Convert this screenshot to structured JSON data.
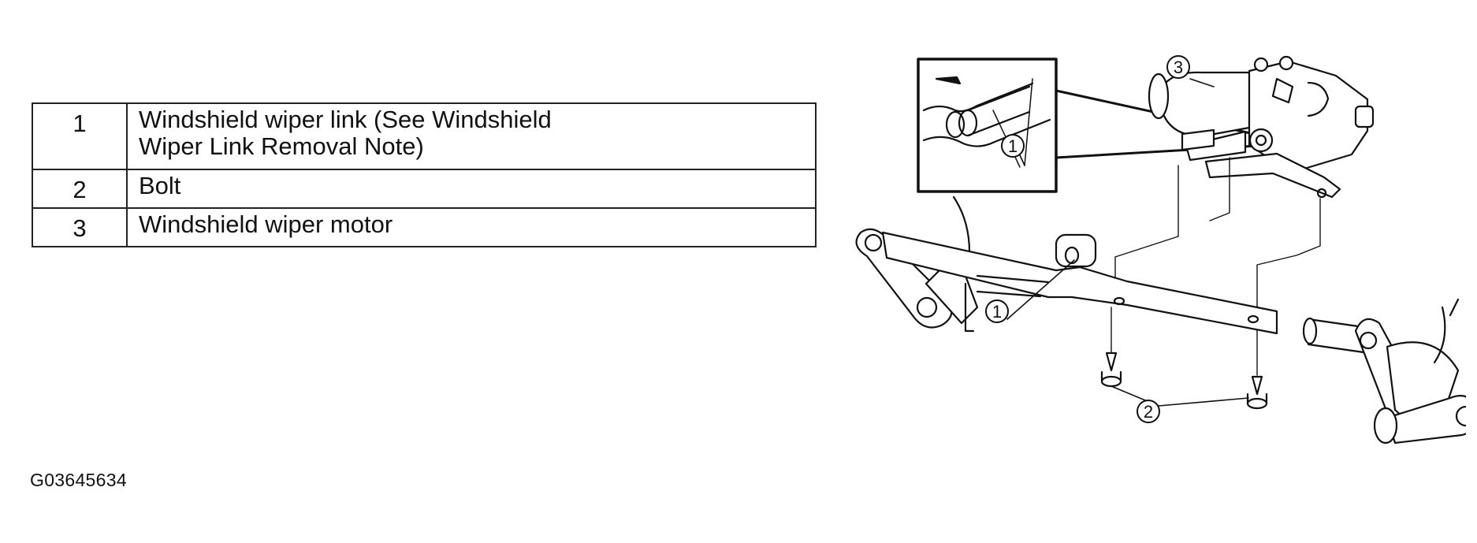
{
  "legend": {
    "rows": [
      {
        "number": "1",
        "lines": [
          "Windshield wiper link (See Windshield",
          "Wiper Link Removal Note)"
        ]
      },
      {
        "number": "2",
        "lines": [
          "Bolt"
        ]
      },
      {
        "number": "3",
        "lines": [
          "Windshield wiper motor"
        ]
      }
    ]
  },
  "figure_id": "G03645634",
  "callouts": {
    "link": "1",
    "inset_link": "1",
    "bolt": "2",
    "motor": "3"
  }
}
